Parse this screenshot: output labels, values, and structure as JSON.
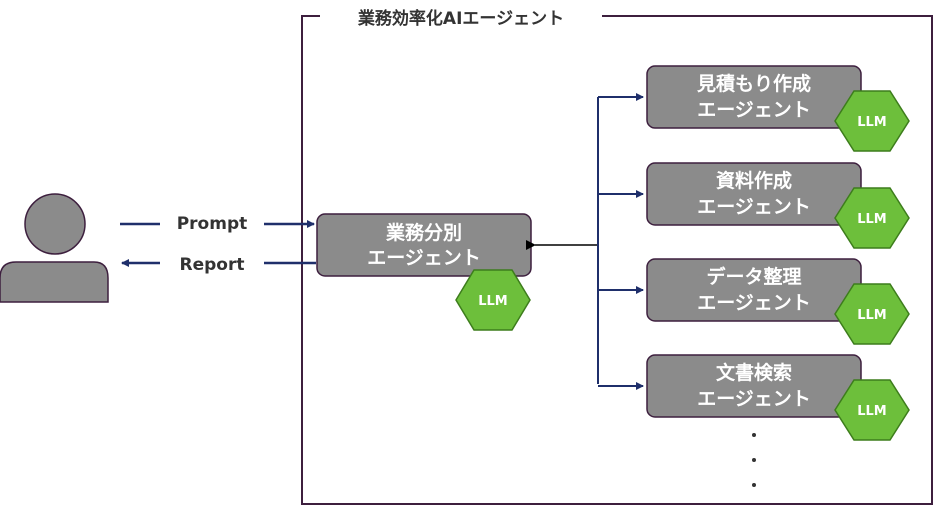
{
  "colors": {
    "frame": "#3d1f3e",
    "box_fill": "#8b8b8b",
    "box_stroke": "#3d1f3e",
    "llm_fill": "#6dbf3b",
    "llm_stroke": "#3d7d1c",
    "arrow_blue": "#1f2f6b",
    "arrow_black": "#000000",
    "user_fill": "#8b8b8b"
  },
  "system": {
    "title": "業務効率化AIエージェント"
  },
  "user": {
    "icon": "user-icon"
  },
  "io": {
    "prompt": "Prompt",
    "report": "Report"
  },
  "router": {
    "line1": "業務分別",
    "line2": "エージェント",
    "llm": "LLM"
  },
  "agents": [
    {
      "line1": "見積もり作成",
      "line2": "エージェント",
      "llm": "LLM"
    },
    {
      "line1": "資料作成",
      "line2": "エージェント",
      "llm": "LLM"
    },
    {
      "line1": "データ整理",
      "line2": "エージェント",
      "llm": "LLM"
    },
    {
      "line1": "文書検索",
      "line2": "エージェント",
      "llm": "LLM"
    }
  ],
  "continuation": {
    "icon": "vertical-ellipsis-icon"
  }
}
